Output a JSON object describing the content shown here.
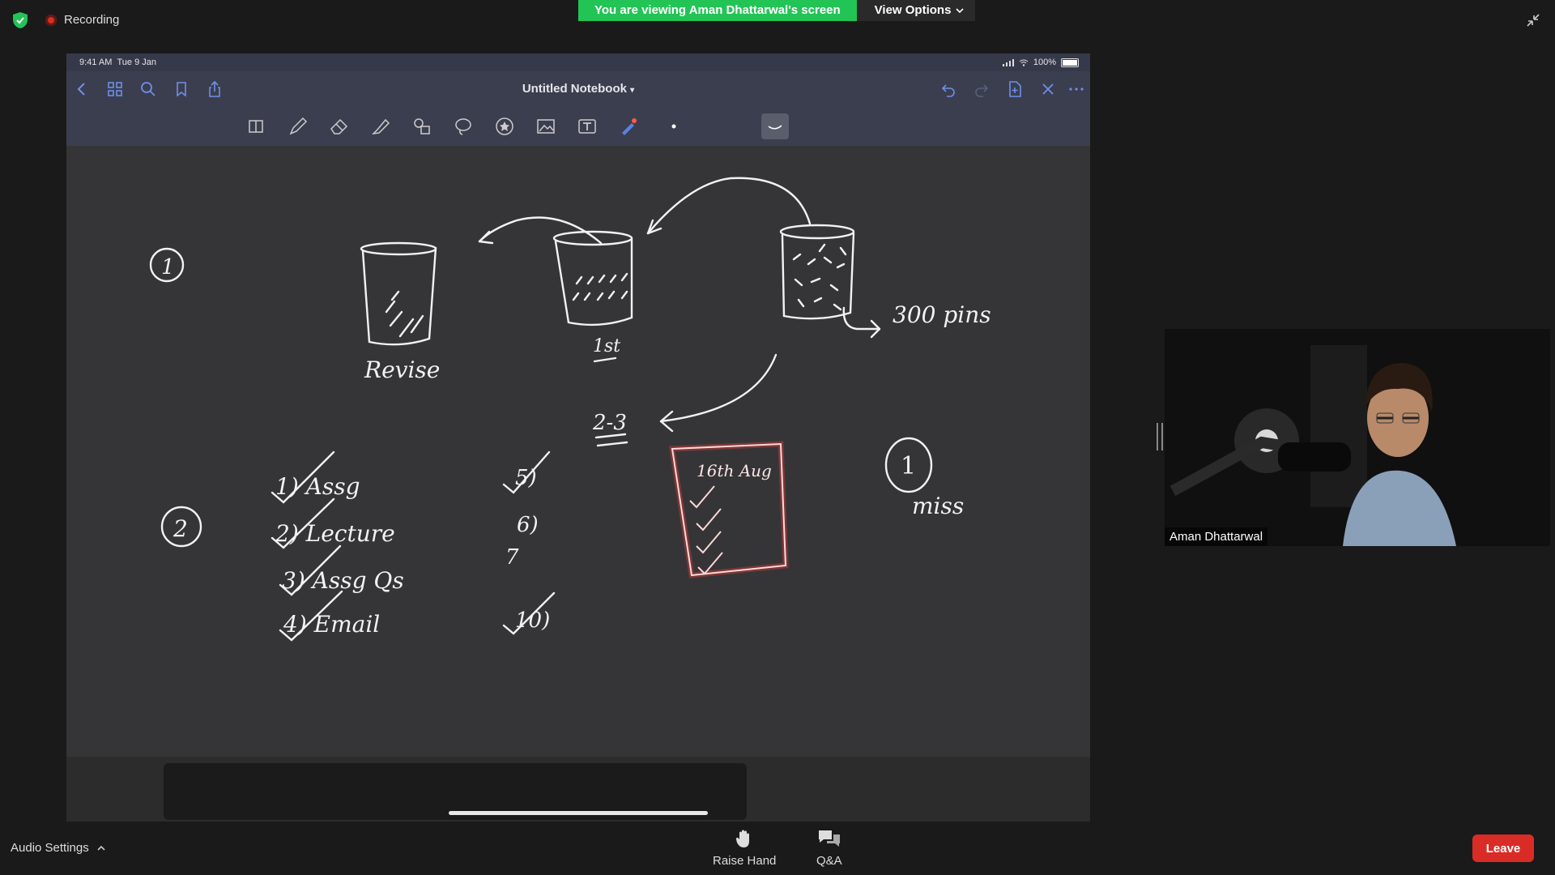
{
  "meeting": {
    "recording_label": "Recording",
    "viewing_banner": "You are viewing Aman Dhattarwal's screen",
    "view_options_label": "View Options",
    "audio_settings_label": "Audio Settings",
    "raise_hand_label": "Raise Hand",
    "qa_label": "Q&A",
    "leave_label": "Leave",
    "participant_name": "Aman Dhattarwal",
    "colors": {
      "banner": "#23c456",
      "leave": "#d92c26",
      "recording": "#e02b20"
    }
  },
  "ipad": {
    "status_time": "9:41 AM",
    "status_date": "Tue 9 Jan",
    "battery": "100%",
    "notebook_title": "Untitled Notebook",
    "nav_icons_left": [
      "back-icon",
      "grid-icon",
      "search-icon",
      "bookmark-icon",
      "share-icon"
    ],
    "nav_icons_right": [
      "undo-icon",
      "redo-icon",
      "add-page-icon",
      "close-icon",
      "more-icon"
    ],
    "tools": [
      "pages-icon",
      "pen-icon",
      "eraser-icon",
      "highlighter-icon",
      "shapes-icon",
      "lasso-icon",
      "sticker-icon",
      "image-icon",
      "text-icon",
      "laser-pointer-icon"
    ]
  },
  "whiteboard": {
    "labels": {
      "revise": "Revise",
      "first": "1st",
      "pins": "300 pins",
      "two_three": "2-3",
      "circle_one": "1",
      "circle_two": "2",
      "list": [
        "1) Assg",
        "2) Lecture",
        "3) Assg Qs",
        "4) Email"
      ],
      "nums": [
        "5)",
        "6)",
        "7",
        "10)"
      ],
      "box_title": "16th Aug",
      "miss_num": "1",
      "miss": "miss"
    },
    "colors": {
      "ink": "#f2f2f2",
      "red_ink": "#ff3b3b"
    }
  }
}
